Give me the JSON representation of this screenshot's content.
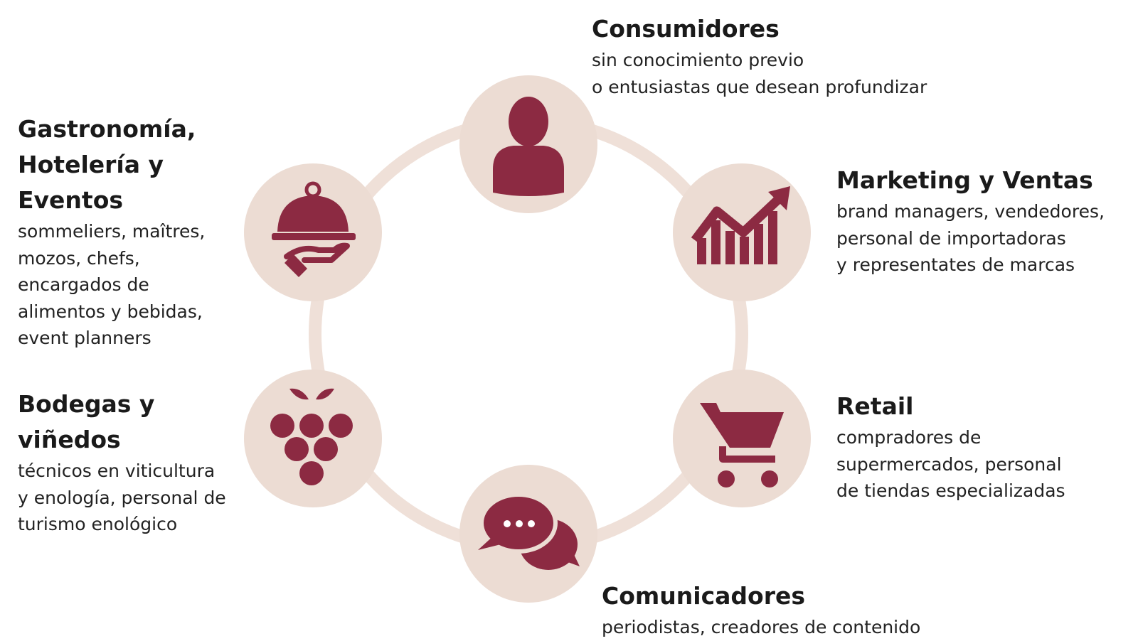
{
  "colors": {
    "icon": "#8c2a42",
    "disc": "#ecdcd3",
    "ring": "#efe0d8",
    "text": "#1a1a1a"
  },
  "nodes": [
    {
      "id": "consumidores",
      "icon": "person-icon",
      "title": "Consumidores",
      "desc": "sin conocimiento previo\no entusiastas que desean profundizar"
    },
    {
      "id": "marketing",
      "icon": "growth-chart-icon",
      "title": "Marketing y Ventas",
      "desc": "brand managers, vendedores,\npersonal de importadoras\ny representates de marcas"
    },
    {
      "id": "retail",
      "icon": "shopping-cart-icon",
      "title": "Retail",
      "desc": "compradores de\nsupermercados, personal\nde tiendas especializadas"
    },
    {
      "id": "comunicadores",
      "icon": "chat-bubbles-icon",
      "title": "Comunicadores",
      "desc": "periodistas, creadores de contenido"
    },
    {
      "id": "bodegas",
      "icon": "grapes-icon",
      "title": "Bodegas y\nviñedos",
      "desc": "técnicos en viticultura\ny enología, personal de\nturismo enológico"
    },
    {
      "id": "gastronomia",
      "icon": "serving-cloche-icon",
      "title": "Gastronomía,\nHotelería y Eventos",
      "desc": "sommeliers, maîtres,\nmozos, chefs,\nencargados de\nalimentos y bebidas,\nevent planners"
    }
  ]
}
